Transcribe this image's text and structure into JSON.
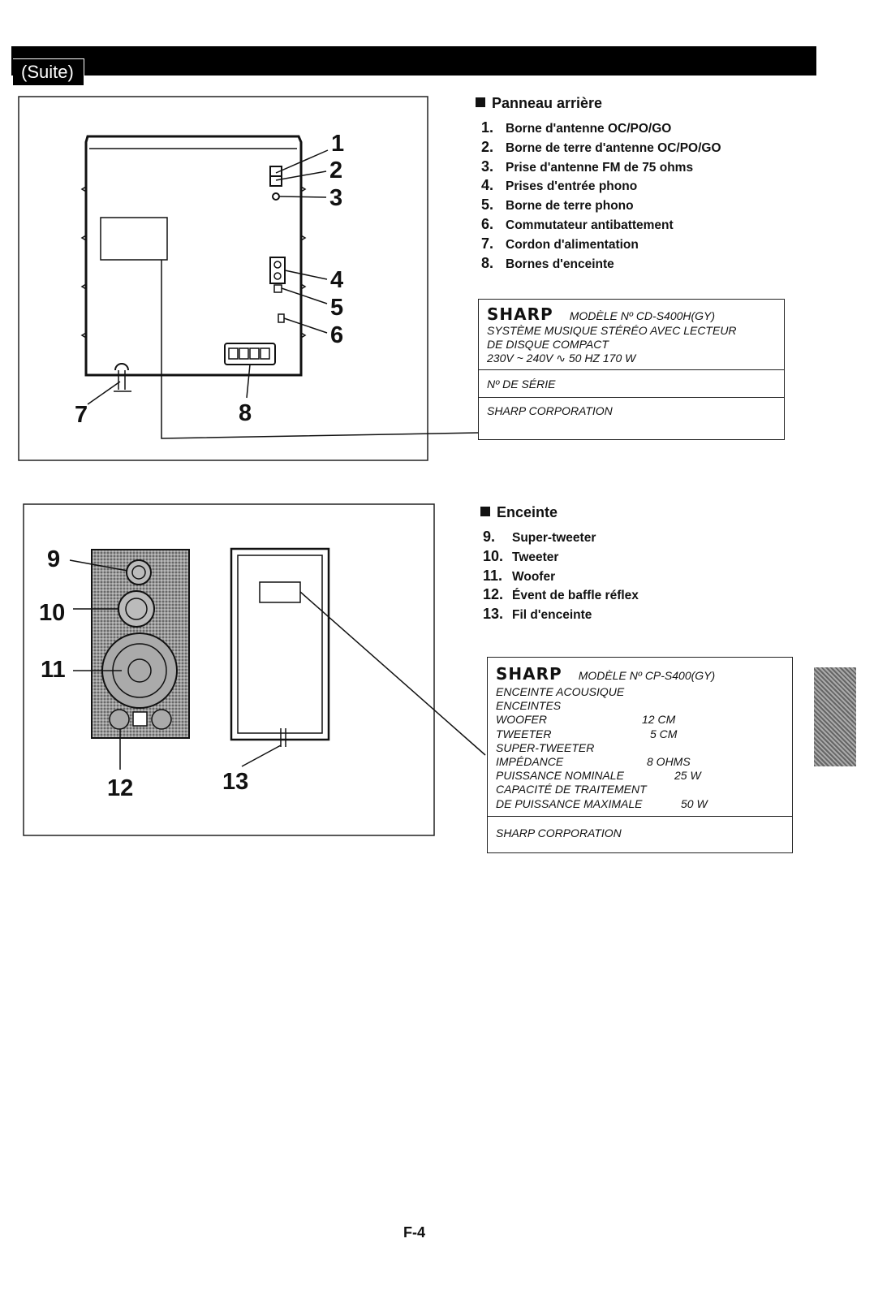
{
  "header": {
    "label": "(Suite)"
  },
  "rear_panel": {
    "title": "Panneau arrière",
    "items": [
      {
        "num": "1.",
        "label": "Borne d'antenne OC/PO/GO"
      },
      {
        "num": "2.",
        "label": "Borne de terre d'antenne OC/PO/GO"
      },
      {
        "num": "3.",
        "label": "Prise d'antenne FM de 75 ohms"
      },
      {
        "num": "4.",
        "label": "Prises d'entrée phono"
      },
      {
        "num": "5.",
        "label": "Borne de terre phono"
      },
      {
        "num": "6.",
        "label": "Commutateur antibattement"
      },
      {
        "num": "7.",
        "label": "Cordon d'alimentation"
      },
      {
        "num": "8.",
        "label": "Bornes d'enceinte"
      }
    ],
    "callouts": [
      "1",
      "2",
      "3",
      "4",
      "5",
      "6",
      "7",
      "8"
    ],
    "label_plate": {
      "brand": "SHARP",
      "model": "MODÈLE Nº CD-S400H(GY)",
      "lines": [
        "SYSTÈME MUSIQUE STÉRÉO AVEC LECTEUR",
        "DE DISQUE COMPACT",
        "230V ~ 240V  ∿  50 HZ    170 W"
      ],
      "serial": "Nº DE SÉRIE",
      "corp": "SHARP CORPORATION"
    }
  },
  "speaker": {
    "title": "Enceinte",
    "items": [
      {
        "num": "9.",
        "label": "Super-tweeter"
      },
      {
        "num": "10.",
        "label": "Tweeter"
      },
      {
        "num": "11.",
        "label": "Woofer"
      },
      {
        "num": "12.",
        "label": "Évent de baffle réflex"
      },
      {
        "num": "13.",
        "label": "Fil d'enceinte"
      }
    ],
    "callouts": [
      "9",
      "10",
      "11",
      "12",
      "13"
    ],
    "label_plate": {
      "brand": "SHARP",
      "model": "MODÈLE Nº CP-S400(GY)",
      "specs": [
        {
          "k": "ENCEINTE ACOUSIQUE",
          "v": ""
        },
        {
          "k": "ENCEINTES",
          "v": ""
        },
        {
          "k": "WOOFER",
          "v": "12 CM"
        },
        {
          "k": "TWEETER",
          "v": "5 CM"
        },
        {
          "k": "SUPER-TWEETER",
          "v": ""
        },
        {
          "k": "IMPÉDANCE",
          "v": "8 OHMS"
        },
        {
          "k": "PUISSANCE NOMINALE",
          "v": "25 W"
        },
        {
          "k": "CAPACITÉ DE TRAITEMENT",
          "v": ""
        },
        {
          "k": "DE PUISSANCE MAXIMALE",
          "v": "50 W"
        }
      ],
      "corp": "SHARP CORPORATION"
    }
  },
  "footer": {
    "page": "F-4"
  }
}
